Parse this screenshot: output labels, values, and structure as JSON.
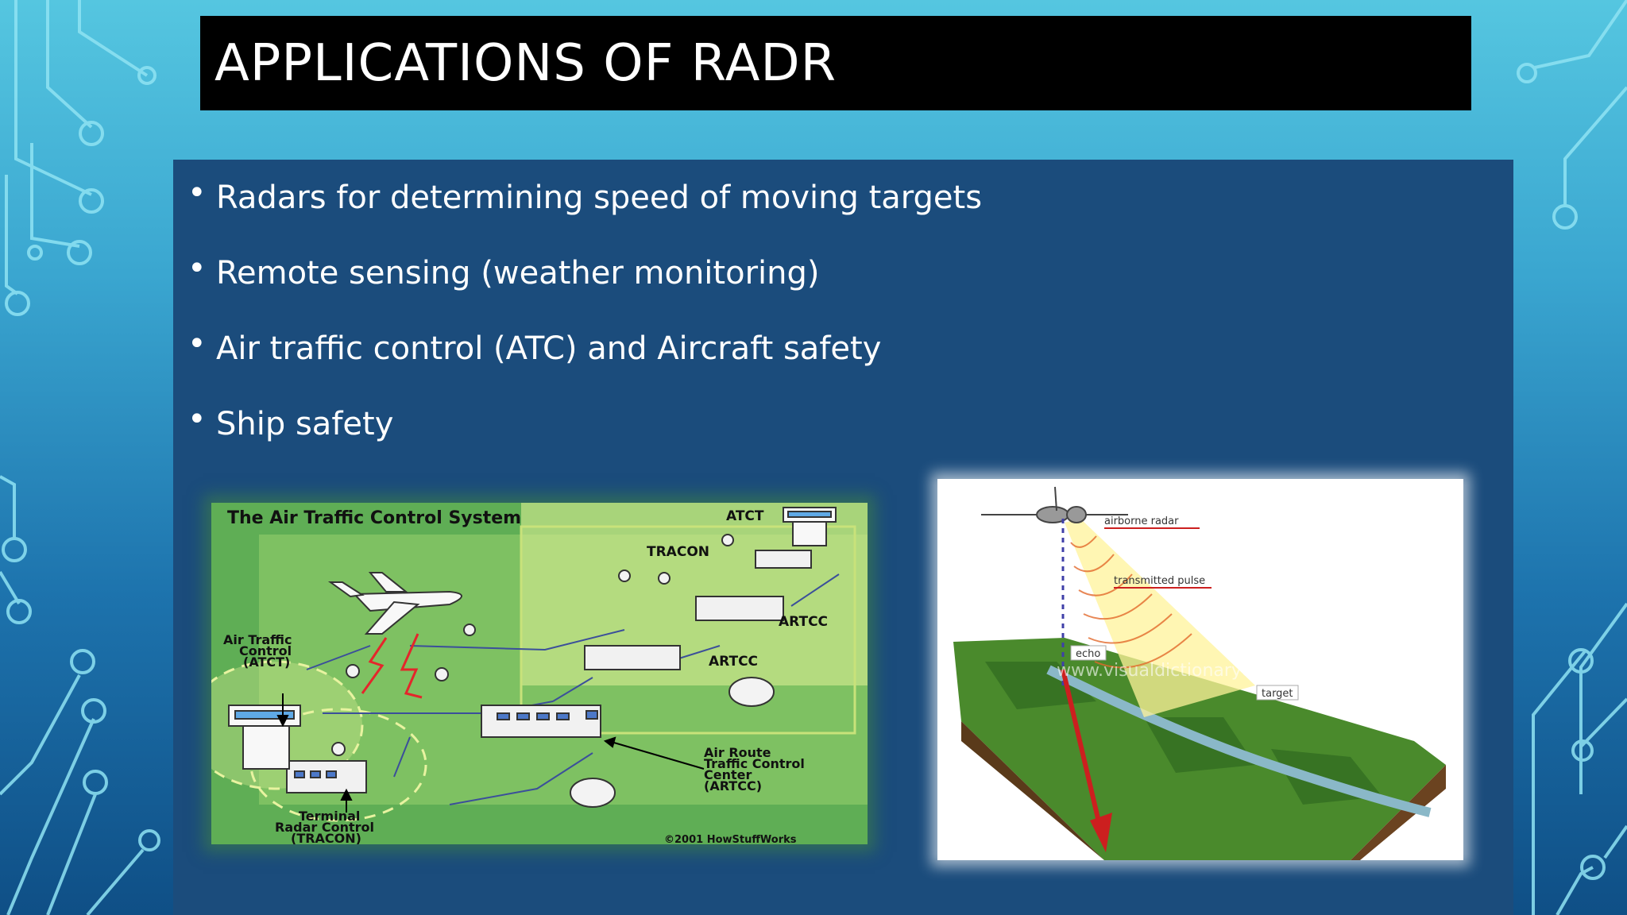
{
  "slide": {
    "title": "APPLICATIONS OF RADR",
    "bullets": [
      "Radars for determining speed of moving targets",
      "Remote sensing (weather monitoring)",
      "Air traffic control (ATC) and Aircraft safety",
      "Ship safety"
    ]
  },
  "atc_diagram": {
    "heading": "The Air Traffic Control System",
    "label_atct_top": "ATCT",
    "label_tracon": "TRACON",
    "label_artcc_1": "ARTCC",
    "label_artcc_2": "ARTCC",
    "label_atc_tower": [
      "Air Traffic",
      "Control",
      "(ATCT)"
    ],
    "label_air_route": [
      "Air Route",
      "Traffic Control",
      "Center",
      "(ARTCC)"
    ],
    "label_terminal": [
      "Terminal",
      "Radar Control",
      "(TRACON)"
    ],
    "credit": "©2001 HowStuffWorks"
  },
  "airborne_diagram": {
    "label_airborne_radar": "airborne radar",
    "label_pulse": "transmitted pulse",
    "label_echo": "echo",
    "label_target": "target",
    "watermark": "www.visualdictionaryonline.com"
  },
  "colors": {
    "title_bg": "#000000",
    "panel_bg": "#1b4c7c",
    "text": "#ffffff"
  }
}
